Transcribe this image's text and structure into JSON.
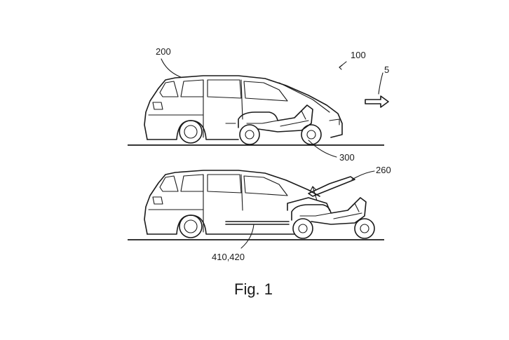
{
  "figure": {
    "caption": "Fig. 1",
    "labels": {
      "system": "100",
      "vehicle": "200",
      "direction": "5",
      "motorcycle": "300",
      "hood": "260",
      "rails": "410,420"
    }
  }
}
